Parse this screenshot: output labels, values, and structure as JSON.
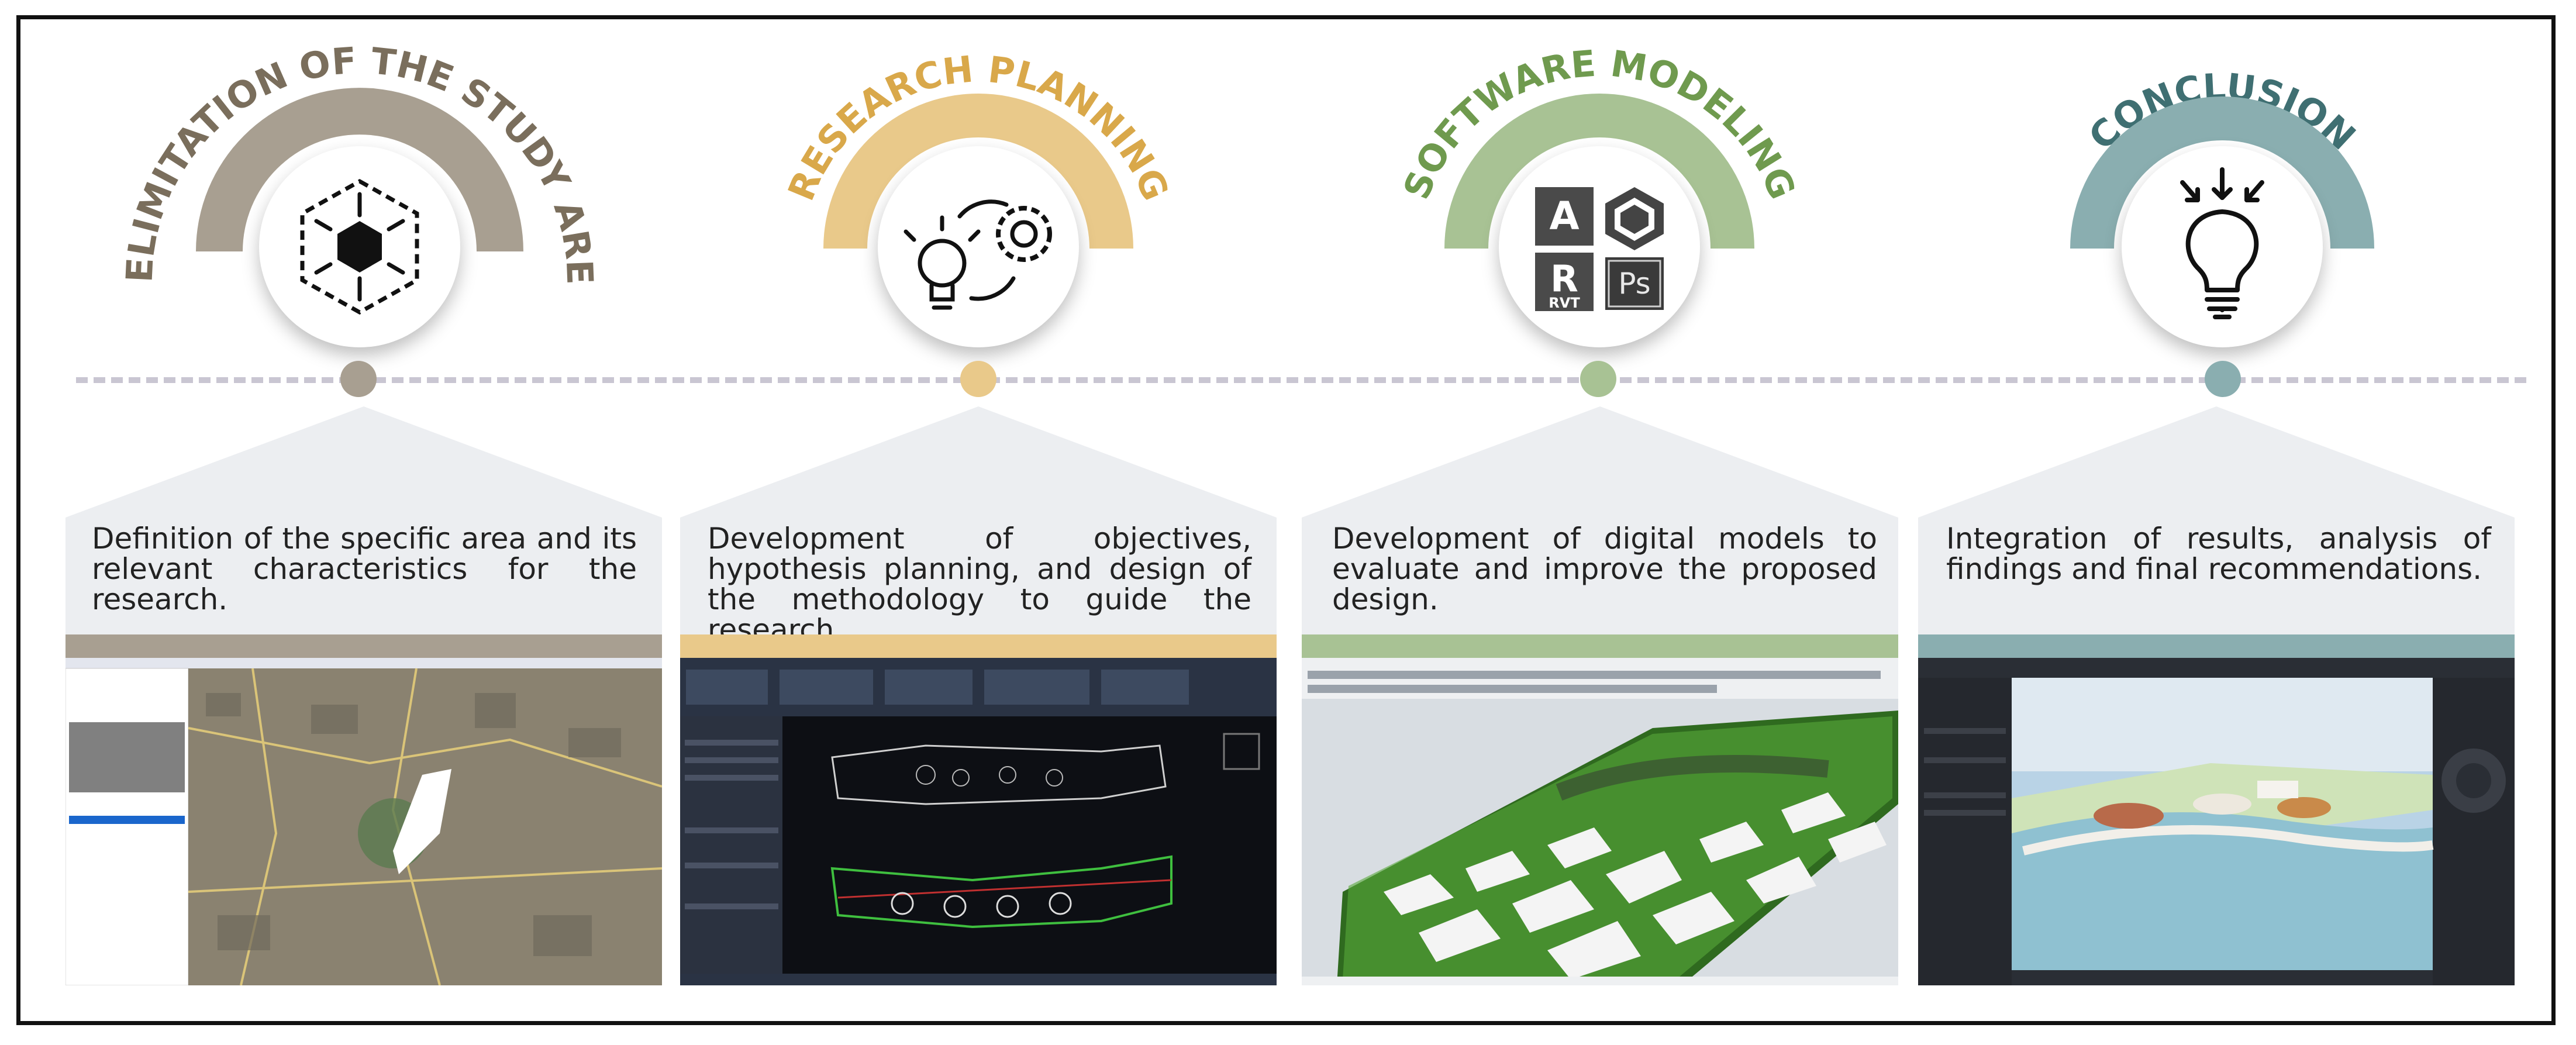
{
  "steps": [
    {
      "title": "DELIMITATION OF THE STUDY AREA",
      "color": "#a89f91",
      "title_color": "#7a6e5c",
      "icon": "hexagon-expand-icon",
      "description": "Definition of the specific area and its relevant characteristics for the research.",
      "screenshot": "google-earth-satellite-map"
    },
    {
      "title": "RESEARCH PLANNING",
      "color": "#e9c98a",
      "title_color": "#d9a84a",
      "icon": "lightbulb-gear-icon",
      "description": "Development of objectives, hypothesis planning, and design of the methodology to guide the research.",
      "screenshot": "autocad-plan-drawing"
    },
    {
      "title": "SOFTWARE MODELING",
      "color": "#a8c294",
      "title_color": "#6f9a4e",
      "icon": "software-logos-icon",
      "logos": {
        "autocad": "A",
        "revit": "R",
        "revit_sub": "RVT",
        "photoshop": "Ps"
      },
      "description": "Development of digital models to evaluate and improve the proposed design.",
      "screenshot": "sketchup-3d-city-model"
    },
    {
      "title": "CONCLUSION",
      "color": "#8aaeb0",
      "title_color": "#3f6f72",
      "icon": "lightbulb-idea-icon",
      "description": "Integration of results, analysis of findings and final recommendations.",
      "screenshot": "render-3d-park-view"
    }
  ]
}
